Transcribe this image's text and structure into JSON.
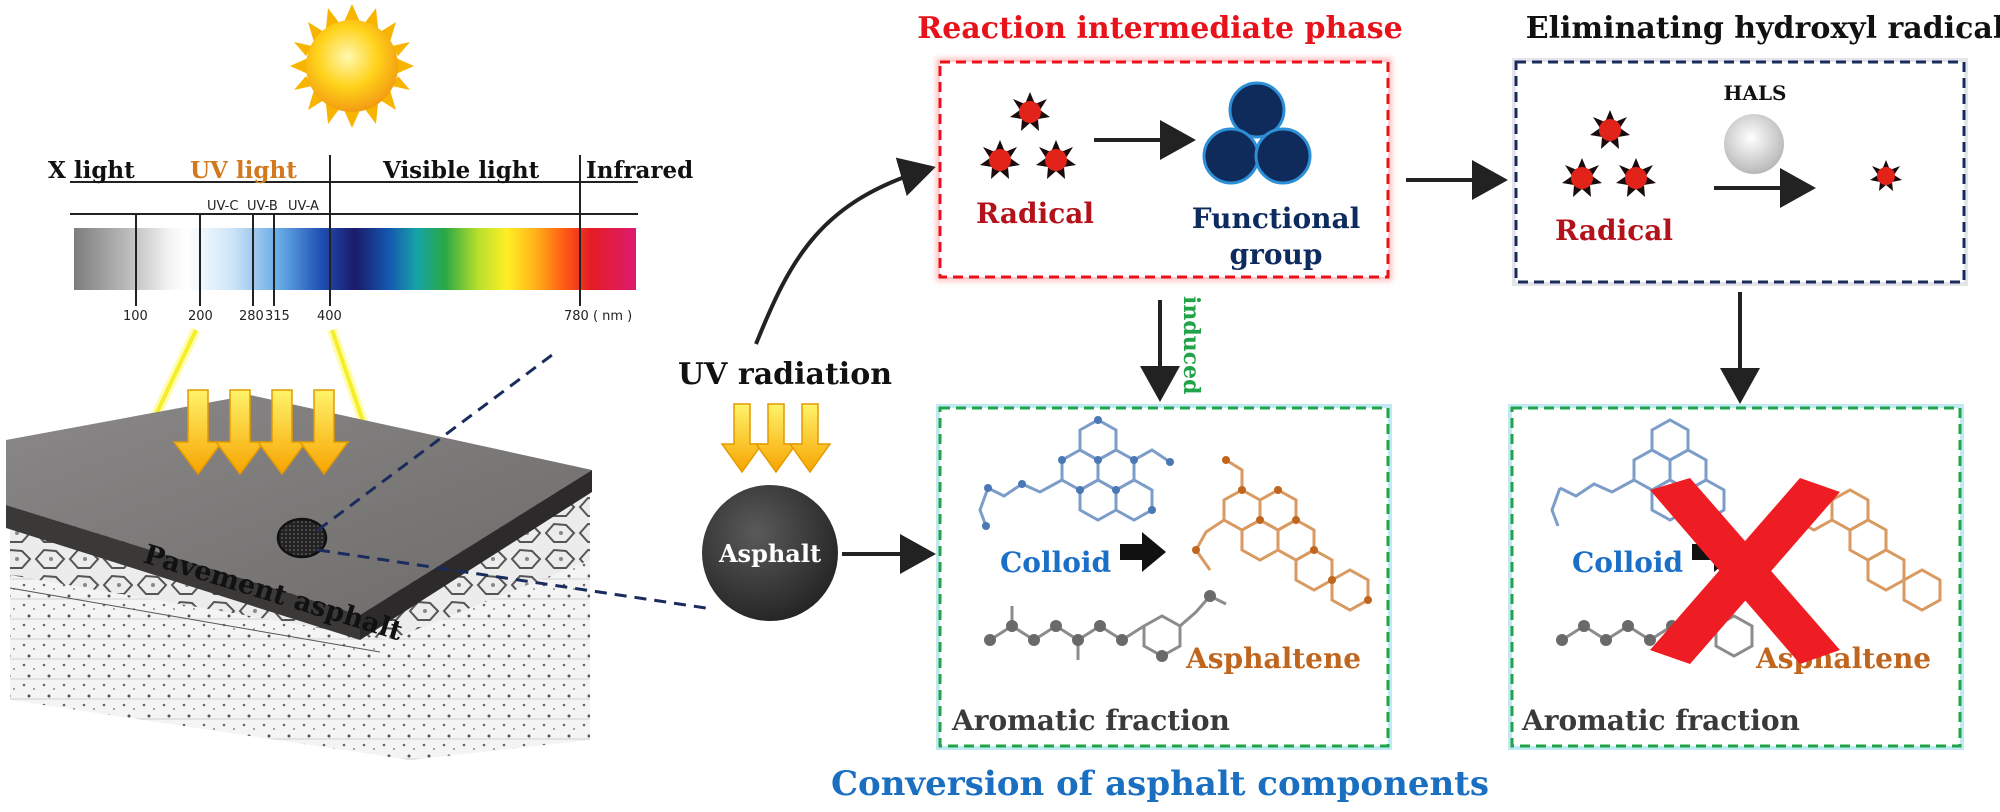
{
  "spectrum": {
    "bands": [
      "X light",
      "UV light",
      "Visible light",
      "Infrared"
    ],
    "uv_subbands": [
      "UV-C",
      "UV-B",
      "UV-A"
    ],
    "ticks": [
      "100",
      "200",
      "280",
      "315",
      "400",
      "780 ( nm )"
    ]
  },
  "pavement_label": "Pavement asphalt",
  "uv_radiation_label": "UV radiation",
  "asphalt_label": "Asphalt",
  "reaction_phase": {
    "title": "Reaction intermediate phase",
    "radical_label": "Radical",
    "functional_group_label_line1": "Functional",
    "functional_group_label_line2": "group"
  },
  "induced_label": "induced",
  "hydroxyl": {
    "title": "Eliminating hydroxyl radical",
    "hals_label": "HALS",
    "radical_label": "Radical"
  },
  "conversion_box": {
    "colloid_label": "Colloid",
    "asphaltene_label": "Asphaltene",
    "aromatic_label": "Aromatic fraction"
  },
  "blocked_box": {
    "colloid_label": "Colloid",
    "asphaltene_label": "Asphaltene",
    "aromatic_label": "Aromatic fraction"
  },
  "bottom_title": "Conversion of asphalt components",
  "colors": {
    "red_title": "#e8121b",
    "blue_title": "#1a6fc0",
    "navy": "#0d2b5e",
    "radical_red": "#e2231a",
    "colloid_blue": "#1c6fc6",
    "asphaltene_orange": "#c0651e",
    "aromatic_gray": "#3a3a3a",
    "induced_green": "#21a34a"
  }
}
